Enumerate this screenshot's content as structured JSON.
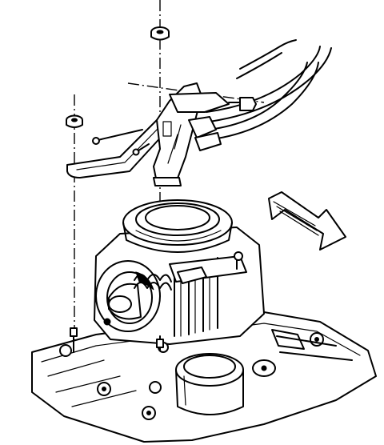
{
  "figure": {
    "background": "#ffffff",
    "ink": "#000000",
    "parts": [
      "top-nut-icon",
      "left-nut-icon",
      "bracket",
      "shift-cables",
      "transmission-case",
      "direction-arrow-icon"
    ]
  }
}
